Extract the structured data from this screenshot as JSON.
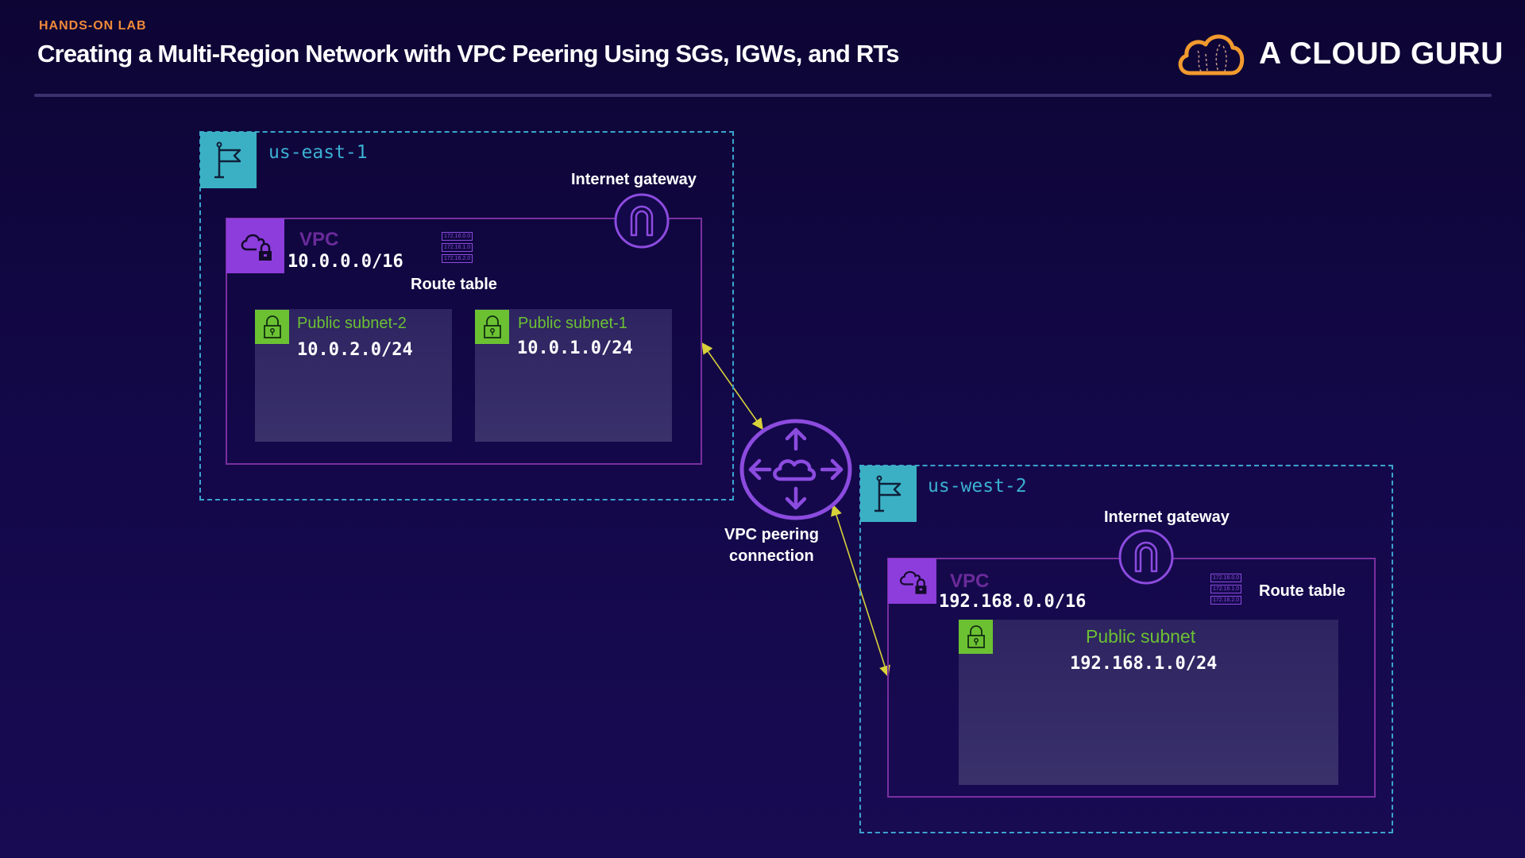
{
  "header": {
    "eyebrow": "HANDS-ON LAB",
    "title": "Creating a Multi-Region Network with VPC Peering Using SGs, IGWs, and RTs",
    "brand": "A CLOUD GURU",
    "brand_icon": "cloud-logo-icon"
  },
  "colors": {
    "eyebrow": "#f08a3a",
    "region_border": "#3aa4cf",
    "region_badge": "#3bb0c4",
    "vpc_border": "#7a2fa0",
    "vpc_badge": "#8c3ddb",
    "subnet_badge": "#6cc133",
    "arrow": "#d8d23a",
    "peering": "#8c4bdf"
  },
  "regions": [
    {
      "name": "us-east-1",
      "internet_gateway_label": "Internet gateway",
      "vpc": {
        "label": "VPC",
        "cidr": "10.0.0.0/16",
        "route_table_label": "Route table",
        "route_table_entries": [
          "172.16.0.0",
          "172.16.1.0",
          "172.16.2.0"
        ],
        "subnets": [
          {
            "name": "Public subnet-2",
            "cidr": "10.0.2.0/24"
          },
          {
            "name": "Public subnet-1",
            "cidr": "10.0.1.0/24"
          }
        ]
      }
    },
    {
      "name": "us-west-2",
      "internet_gateway_label": "Internet gateway",
      "vpc": {
        "label": "VPC",
        "cidr": "192.168.0.0/16",
        "route_table_label": "Route table",
        "route_table_entries": [
          "172.16.0.0",
          "172.16.1.0",
          "172.16.2.0"
        ],
        "subnets": [
          {
            "name": "Public subnet",
            "cidr": "192.168.1.0/24"
          }
        ]
      }
    }
  ],
  "peering": {
    "label_line1": "VPC peering",
    "label_line2": "connection"
  }
}
